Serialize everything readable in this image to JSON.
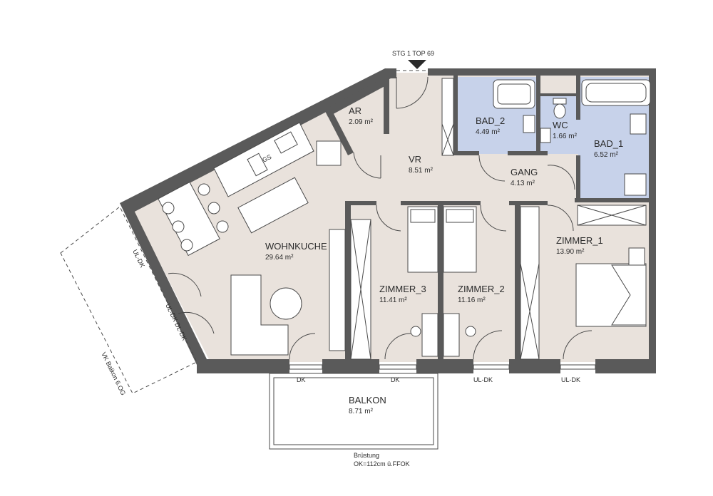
{
  "entrance": {
    "label": "STG 1 TOP 69"
  },
  "rooms": {
    "ar": {
      "name": "AR",
      "area": "2.09 m²"
    },
    "vr": {
      "name": "VR",
      "area": "8.51 m²"
    },
    "bad2": {
      "name": "BAD_2",
      "area": "4.49 m²"
    },
    "wc": {
      "name": "WC",
      "area": "1.66 m²"
    },
    "bad1": {
      "name": "BAD_1",
      "area": "6.52 m²"
    },
    "gang": {
      "name": "GANG",
      "area": "4.13 m²"
    },
    "wohnkuche": {
      "name": "WOHNKUCHE",
      "area": "29.64 m²"
    },
    "zimmer3": {
      "name": "ZIMMER_3",
      "area": "11.41 m²"
    },
    "zimmer2": {
      "name": "ZIMMER_2",
      "area": "11.16 m²"
    },
    "zimmer1": {
      "name": "ZIMMER_1",
      "area": "13.90 m²"
    },
    "balkon": {
      "name": "BALKON",
      "area": "8.71 m²"
    }
  },
  "window_labels": {
    "dk_left": "DK",
    "dk_right": "DK",
    "uldk_z2": "UL-DK",
    "uldk_z1": "UL-DK",
    "uldk_diag1": "UL-DK",
    "uldk_diag2": "UL-DK DL-DK"
  },
  "kitchen": {
    "gs": "GS"
  },
  "notes": {
    "brustung": "Brüstung",
    "ok": "OK=112cm ü.FFOK",
    "vk_balkon": "VK Balkon 6.OG"
  },
  "colors": {
    "wall": "#5a5a5a",
    "floor": "#e9e2dc",
    "bath": "#c7d2ea"
  }
}
